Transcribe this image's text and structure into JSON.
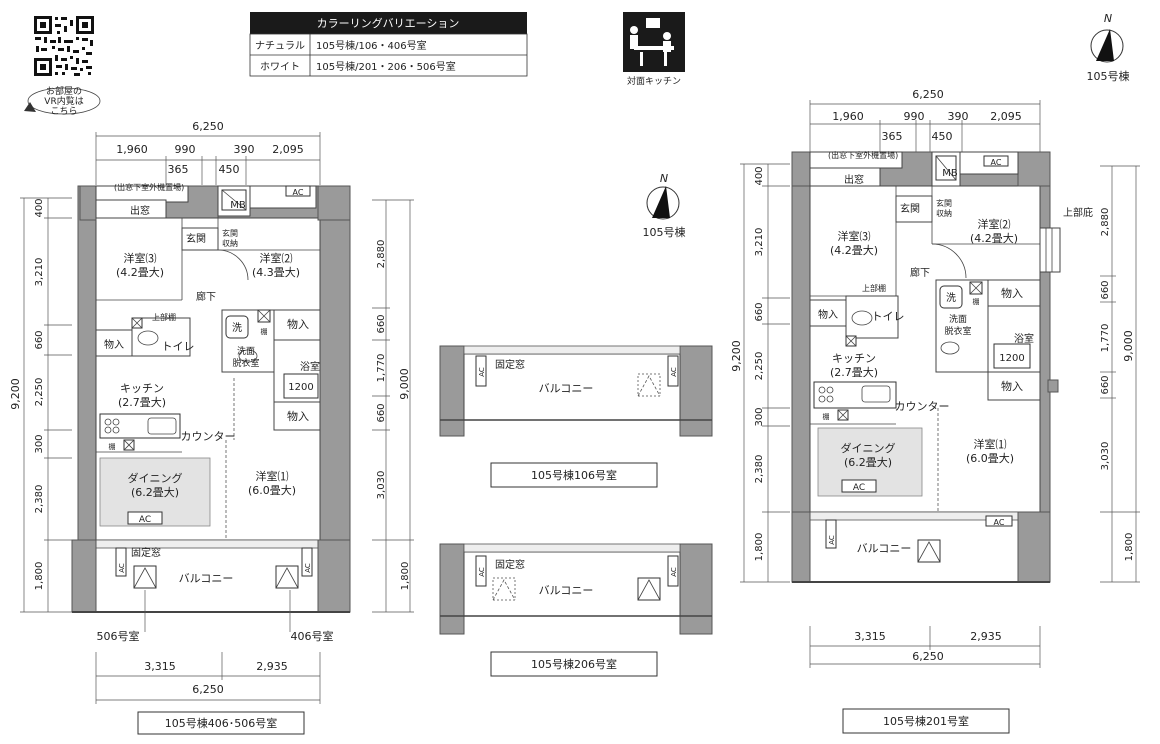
{
  "vr": {
    "line1": "お部屋の",
    "line2": "VR内覧は",
    "line3": "こちら"
  },
  "color_table": {
    "header": "カラーリングバリエーション",
    "rows": [
      {
        "name": "ナチュラル",
        "value": "105号棟/106・406号室"
      },
      {
        "name": "ホワイト",
        "value": "105号棟/201・206・506号室"
      }
    ]
  },
  "kitchen_icon_label": "対面キッチン",
  "compass": {
    "n": "N",
    "building": "105号棟"
  },
  "left_plan": {
    "caption": "105号棟406･506号室",
    "top_dims": {
      "total": "6,250",
      "a": "1,960",
      "b": "990",
      "c": "390",
      "d": "2,095",
      "e": "365",
      "f": "450"
    },
    "bottom_dims": {
      "total": "6,250",
      "a": "3,315",
      "b": "2,935"
    },
    "left_dims": {
      "total": "9,200",
      "a": "400",
      "b": "3,210",
      "c": "660",
      "d": "2,250",
      "e": "300",
      "f": "2,380",
      "g": "1,800"
    },
    "right_dims": {
      "total": "9,000",
      "a": "2,880",
      "b": "660",
      "c": "1,770",
      "d": "660",
      "e": "3,030",
      "f": "1,800"
    },
    "labels": {
      "outdoor_unit": "(出窓下室外機置場)",
      "bay_window": "出窓",
      "mb": "MB",
      "ac": "AC",
      "genkan": "玄関",
      "genkan_storage_1": "玄関",
      "genkan_storage_2": "収納",
      "room3_name": "洋室⑶",
      "room3_size": "(4.2畳大)",
      "room2_name": "洋室⑵",
      "room2_size": "(4.3畳大)",
      "corridor": "廊下",
      "upper_shelf": "上部棚",
      "storage": "物入",
      "toilet": "トイレ",
      "wash_mark": "洗",
      "shelf": "棚",
      "washroom_1": "洗面",
      "washroom_2": "脱衣室",
      "bath": "浴室",
      "bath_size": "1200",
      "kitchen_name": "キッチン",
      "kitchen_size": "(2.7畳大)",
      "counter": "カウンター",
      "dining_name": "ダイニング",
      "dining_size": "(6.2畳大)",
      "room1_name": "洋室⑴",
      "room1_size": "(6.0畳大)",
      "fixed_window": "固定窓",
      "balcony": "バルコニー",
      "unit_506": "506号室",
      "unit_406": "406号室"
    }
  },
  "mid_plans": {
    "p106": {
      "balcony": "バルコニー",
      "ac": "AC",
      "fixed_window": "固定窓",
      "caption": "105号棟106号室"
    },
    "p206": {
      "balcony": "バルコニー",
      "ac": "AC",
      "fixed_window": "固定窓",
      "caption": "105号棟206号室"
    }
  },
  "right_plan": {
    "caption": "105号棟201号室",
    "compass_building": "105号棟",
    "compass_n": "N",
    "top_dims": {
      "total": "6,250",
      "a": "1,960",
      "b": "990",
      "c": "390",
      "d": "2,095",
      "e": "365",
      "f": "450"
    },
    "bottom_dims": {
      "total": "6,250",
      "a": "3,315",
      "b": "2,935"
    },
    "left_dims": {
      "total": "9,200",
      "a": "400",
      "b": "3,210",
      "c": "660",
      "d": "2,250",
      "e": "300",
      "f": "2,380",
      "g": "1,800"
    },
    "right_dims": {
      "total": "9,000",
      "a": "2,880",
      "b": "660",
      "c": "1,770",
      "d": "660",
      "e": "3,030",
      "f": "1,800"
    },
    "labels": {
      "outdoor_unit": "(出窓下室外機置場)",
      "bay_window": "出窓",
      "mb": "MB",
      "ac": "AC",
      "genkan": "玄関",
      "genkan_storage_1": "玄関",
      "genkan_storage_2": "収納",
      "room3_name": "洋室⑶",
      "room3_size": "(4.2畳大)",
      "room2_name": "洋室⑵",
      "room2_size": "(4.2畳大)",
      "eave": "上部庇",
      "corridor": "廊下",
      "upper_shelf": "上部棚",
      "storage": "物入",
      "toilet": "トイレ",
      "wash_mark": "洗",
      "shelf": "棚",
      "washroom_1": "洗面",
      "washroom_2": "脱衣室",
      "bath": "浴室",
      "bath_size": "1200",
      "kitchen_name": "キッチン",
      "kitchen_size": "(2.7畳大)",
      "counter": "カウンター",
      "dining_name": "ダイニング",
      "dining_size": "(6.2畳大)",
      "room1_name": "洋室⑴",
      "room1_size": "(6.0畳大)",
      "balcony": "バルコニー"
    }
  }
}
